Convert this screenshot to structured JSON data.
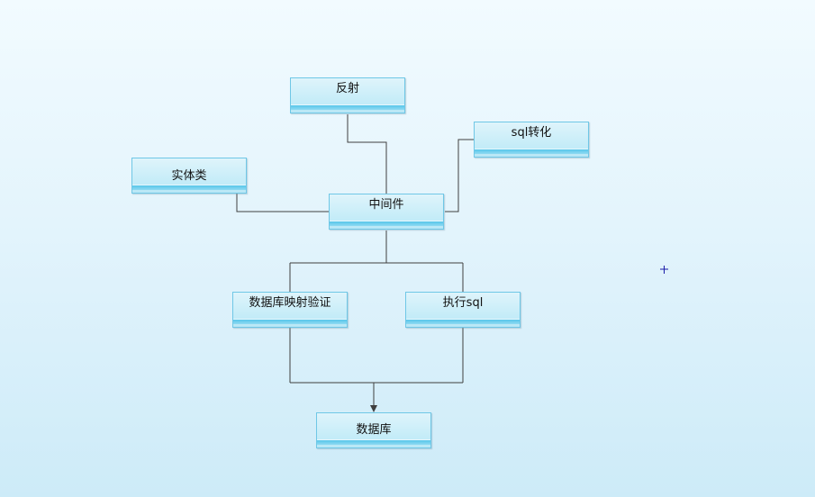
{
  "diagram": {
    "nodes": {
      "fanshe": "反射",
      "sql_zhuanhua": "sql转化",
      "shitilei": "实体类",
      "zhongjianjian": "中间件",
      "yingshe_yanzheng": "数据库映射验证",
      "zhixing_sql": "执行sql",
      "shujuku": "数据库"
    }
  }
}
